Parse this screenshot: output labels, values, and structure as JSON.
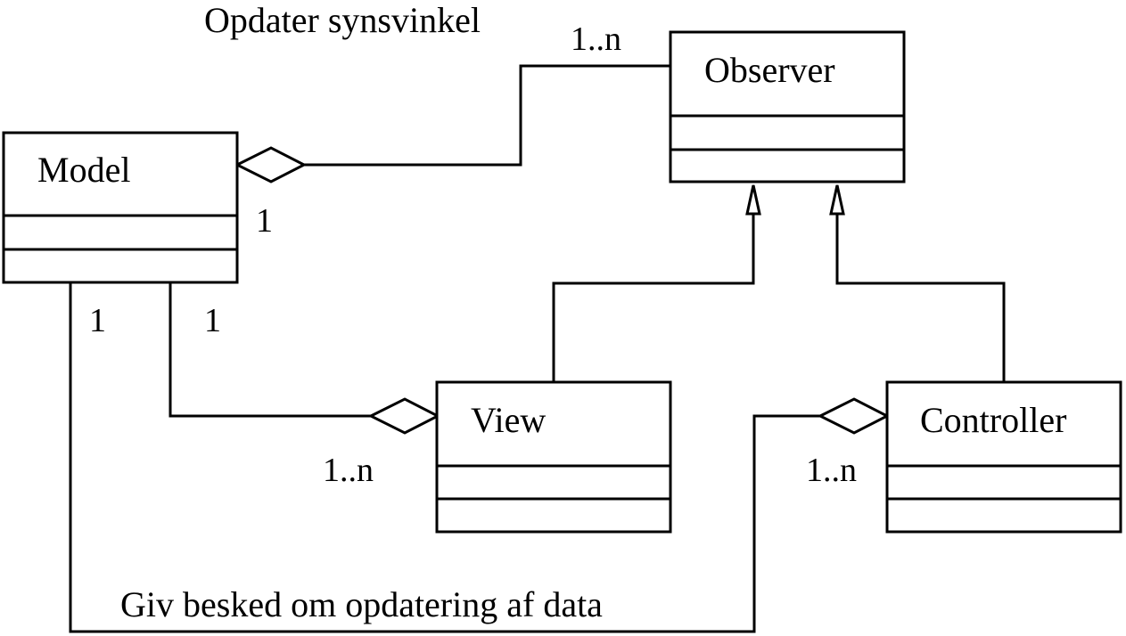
{
  "classes": {
    "model": {
      "name": "Model"
    },
    "observer": {
      "name": "Observer"
    },
    "view": {
      "name": "View"
    },
    "controller": {
      "name": "Controller"
    }
  },
  "associations": {
    "model_observer": {
      "label": "Opdater synsvinkel",
      "model_multiplicity": "1",
      "observer_multiplicity": "1..n"
    },
    "model_view": {
      "model_multiplicity": "1",
      "view_multiplicity": "1..n"
    },
    "model_controller": {
      "label": "Giv besked om opdatering af data",
      "model_multiplicity": "1",
      "controller_multiplicity": "1..n"
    }
  }
}
